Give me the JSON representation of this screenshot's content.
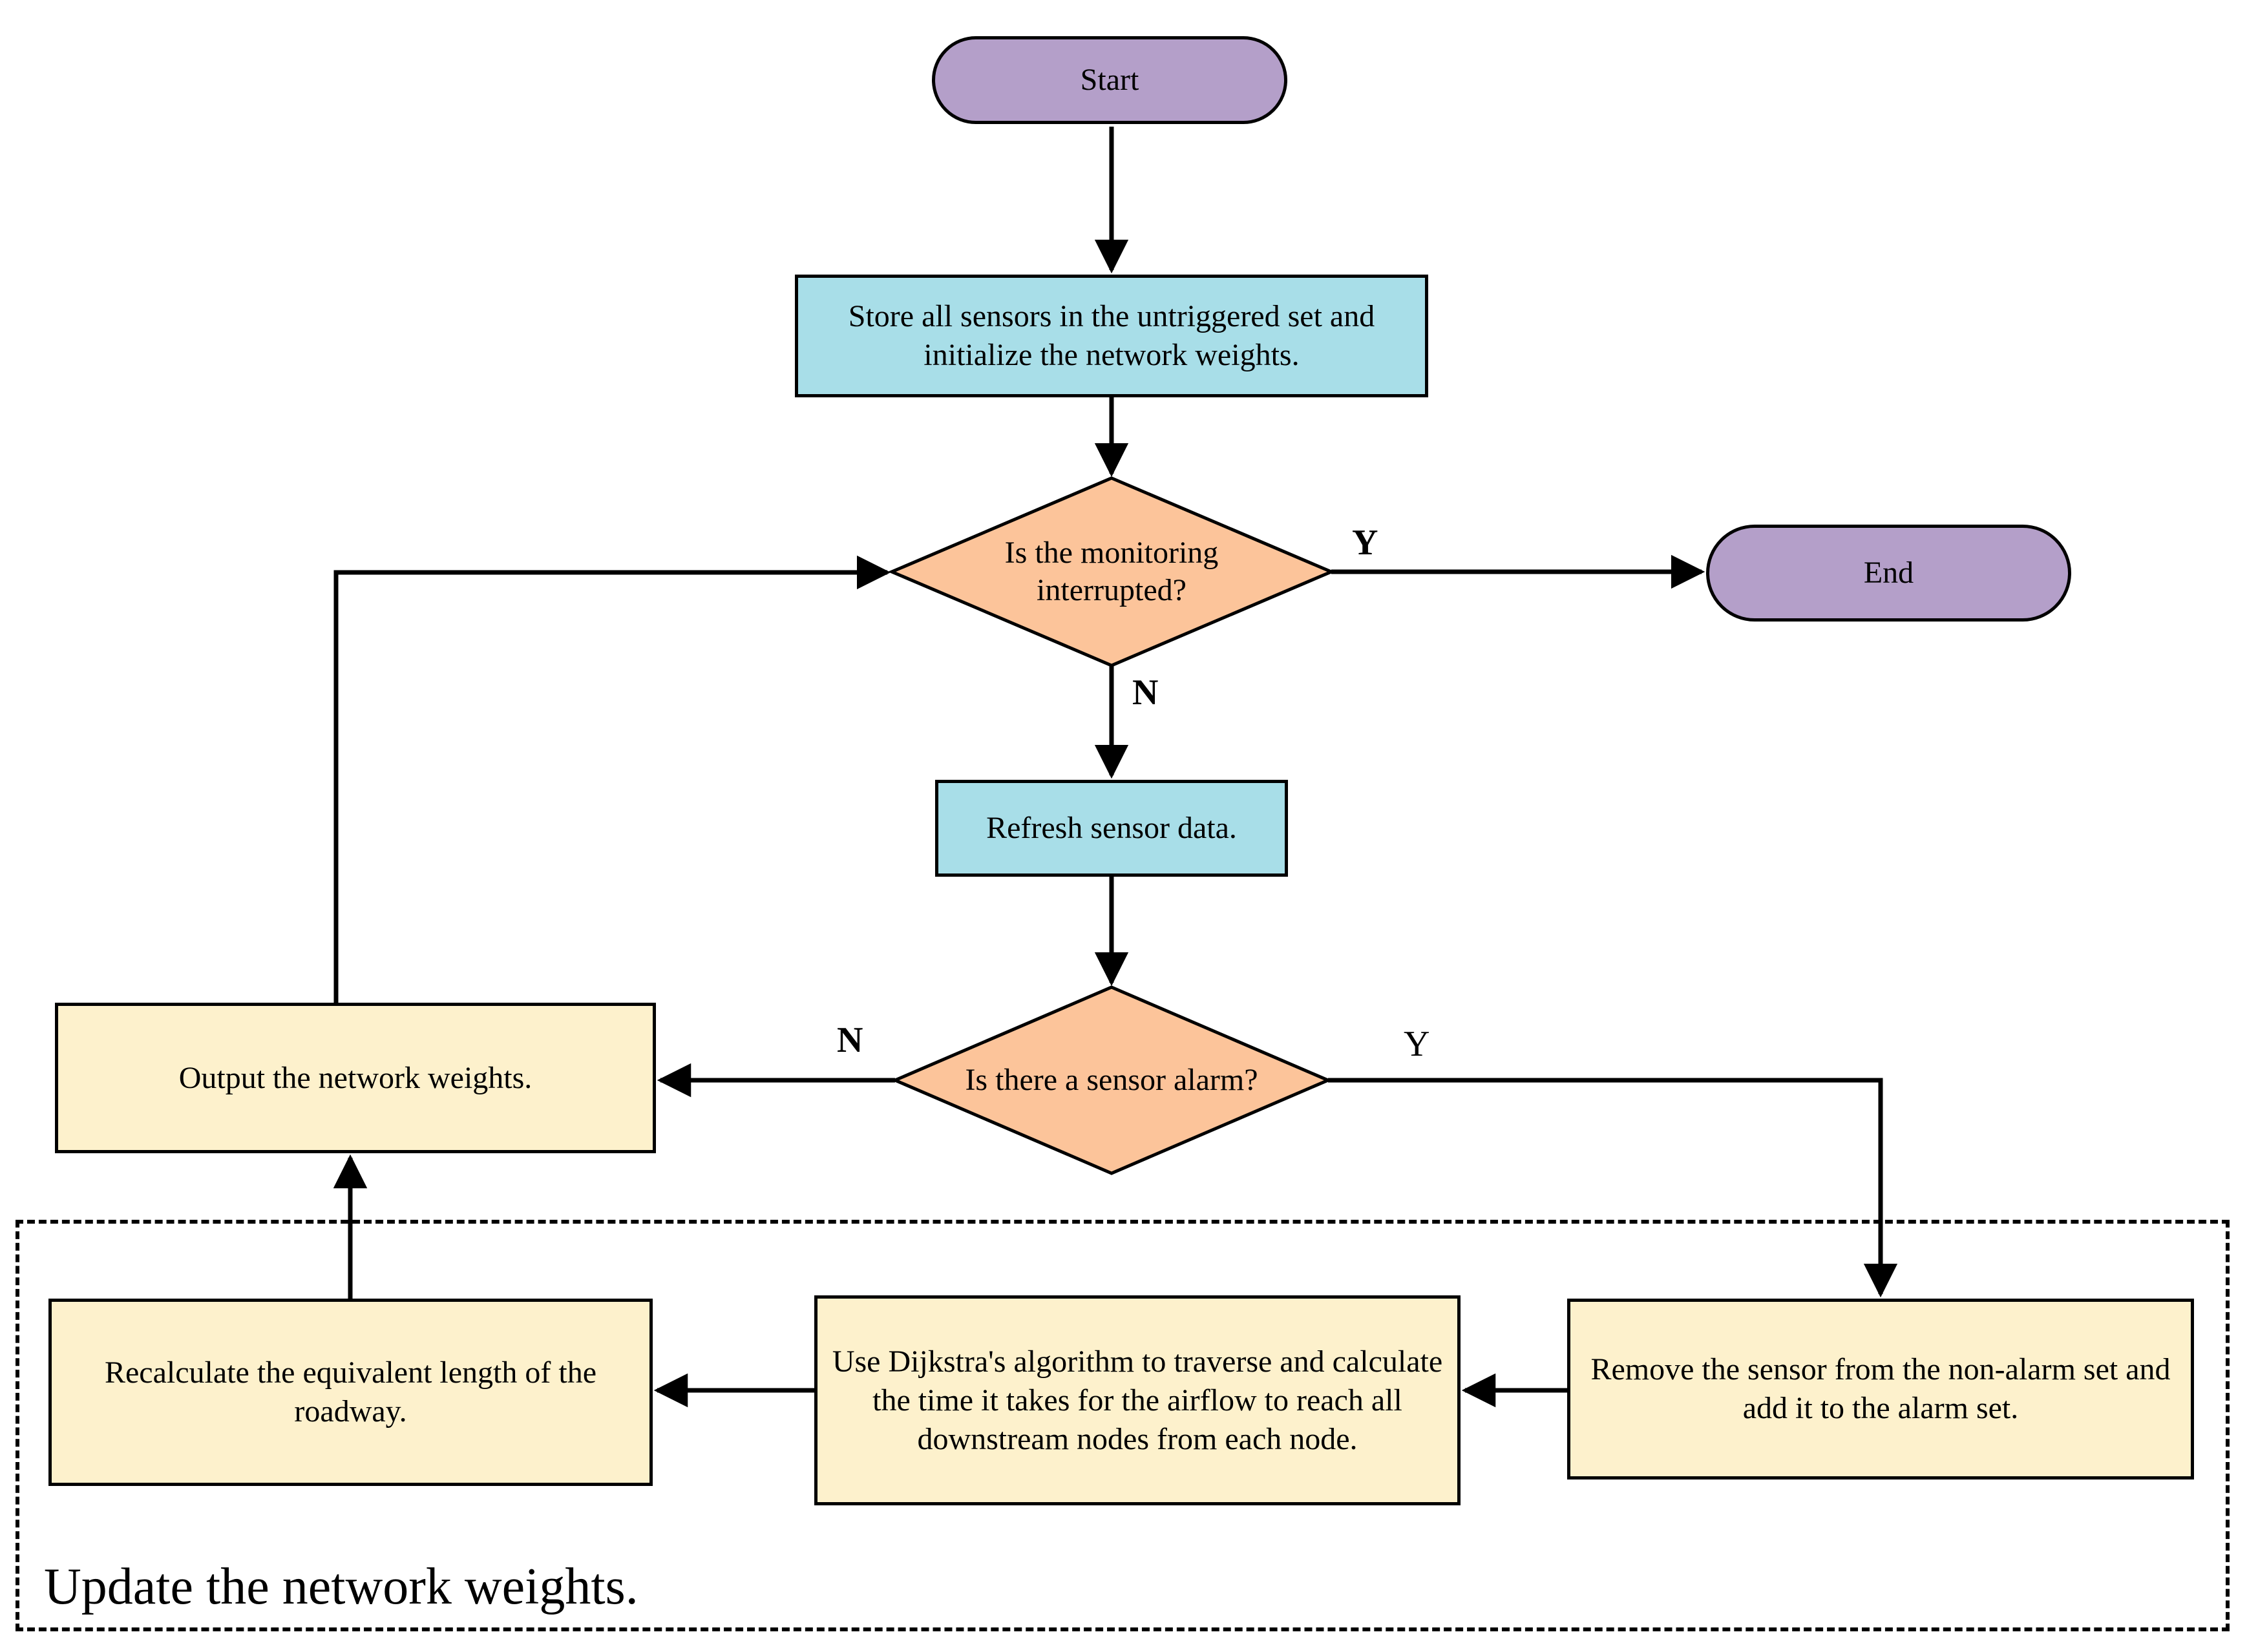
{
  "nodes": {
    "start": {
      "label": "Start"
    },
    "store": {
      "label": "Store all sensors in the untriggered set and initialize the network weights."
    },
    "monitor_decision": {
      "label": "Is the monitoring interrupted?"
    },
    "end": {
      "label": "End"
    },
    "refresh": {
      "label": "Refresh sensor data."
    },
    "alarm_decision": {
      "label": "Is there a sensor alarm?"
    },
    "output": {
      "label": "Output the network weights."
    },
    "remove": {
      "label": "Remove the sensor from the non-alarm set and add it to the alarm set."
    },
    "dijkstra": {
      "label": "Use Dijkstra's algorithm to traverse and calculate the time it takes for the airflow to reach all downstream nodes from each node."
    },
    "recalculate": {
      "label": "Recalculate the equivalent length of the roadway."
    }
  },
  "group": {
    "label": "Update the network weights."
  },
  "edge_labels": {
    "monitor_yes": "Y",
    "monitor_no": "N",
    "alarm_no": "N",
    "alarm_yes": "Y"
  },
  "colors": {
    "terminator_fill": "#B49FC9",
    "process_fill": "#A8DEE8",
    "decision_fill": "#FCC49A",
    "update_fill": "#FDF1CC",
    "line": "#000000"
  }
}
